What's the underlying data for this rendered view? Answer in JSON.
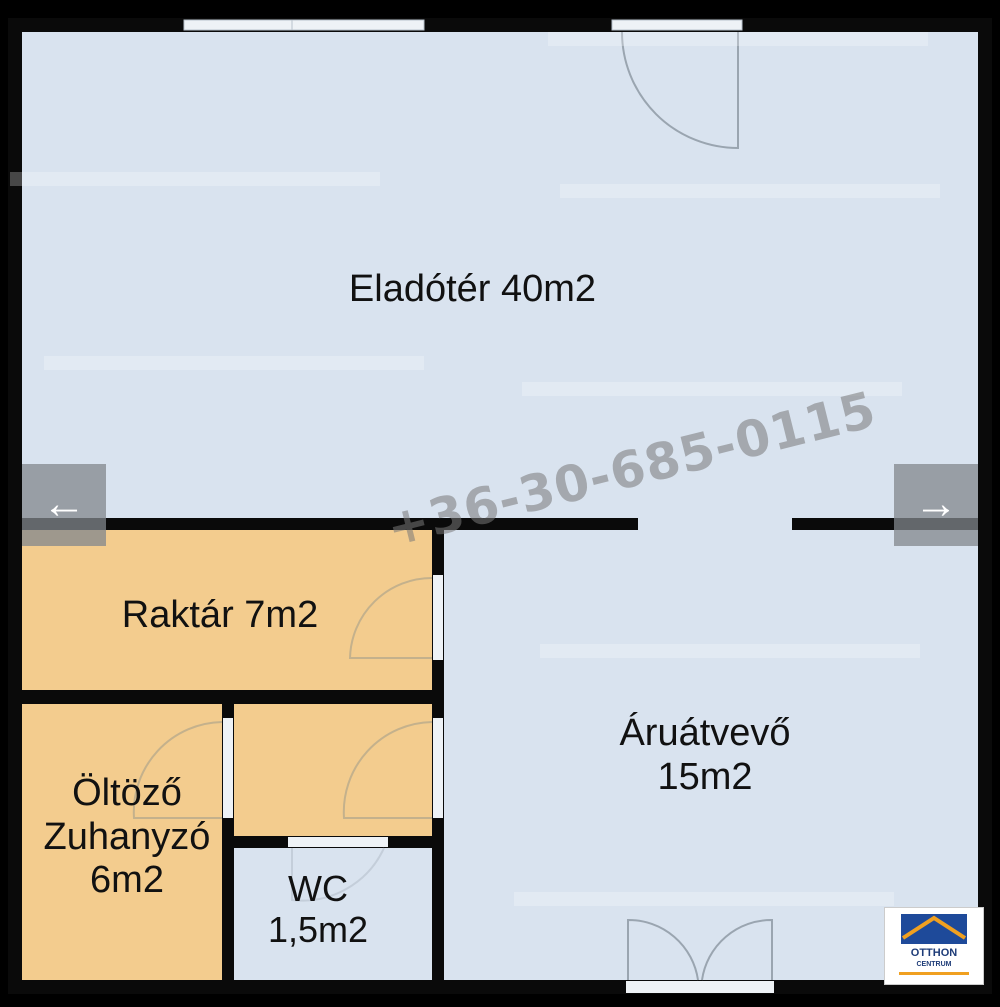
{
  "rooms": {
    "eladoter": {
      "line1": "Eladótér 40m2"
    },
    "raktar": {
      "line1": "Raktár 7m2"
    },
    "aruatvevo": {
      "line1": "Áruátvevő",
      "line2": "15m2"
    },
    "oltozo": {
      "line1": "Öltöző",
      "line2": "Zuhanyzó",
      "line3": "6m2"
    },
    "wc": {
      "line1": "WC",
      "line2": "1,5m2"
    }
  },
  "overlay": {
    "phone": "+36-30-685-0115",
    "prev_icon": "arrow-left-icon",
    "next_icon": "arrow-right-icon",
    "prev_glyph": "←",
    "next_glyph": "→"
  },
  "logo": {
    "line1": "OTTHON",
    "line2": "CENTRUM"
  },
  "colors": {
    "blue_room": "#d9e3ef",
    "orange_room": "#f3cc8e",
    "wall": "#0a0a0a",
    "window": "#eef2f6"
  }
}
